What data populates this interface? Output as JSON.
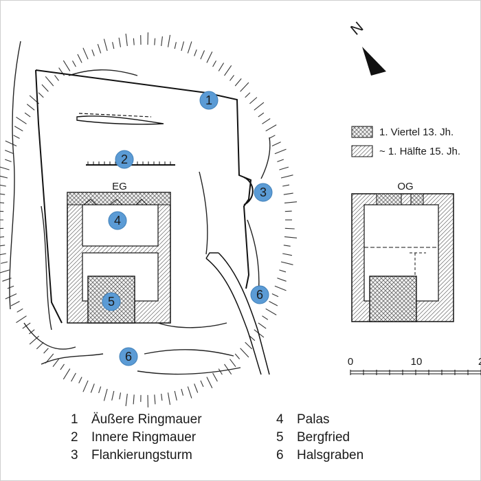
{
  "north_label": "N",
  "legend_periods": [
    {
      "label": "1. Viertel 13. Jh.",
      "pattern": "crosshatch"
    },
    {
      "label": "~ 1. Hälfte 15. Jh.",
      "pattern": "diagonal"
    }
  ],
  "floor_labels": {
    "ground": "EG",
    "upper": "OG"
  },
  "scale": {
    "ticks": [
      "0",
      "10",
      "2"
    ]
  },
  "markers": [
    "1",
    "2",
    "3",
    "4",
    "5",
    "6"
  ],
  "key": [
    {
      "number": "1",
      "label": "Äußere Ringmauer"
    },
    {
      "number": "2",
      "label": "Innere Ringmauer"
    },
    {
      "number": "3",
      "label": "Flankierungsturm"
    },
    {
      "number": "4",
      "label": "Palas"
    },
    {
      "number": "5",
      "label": "Bergfried"
    },
    {
      "number": "6",
      "label": "Halsgraben"
    }
  ],
  "colors": {
    "marker_fill": "#5b9bd5",
    "line": "#1a1a1a",
    "frame": "#cfcfcf"
  }
}
